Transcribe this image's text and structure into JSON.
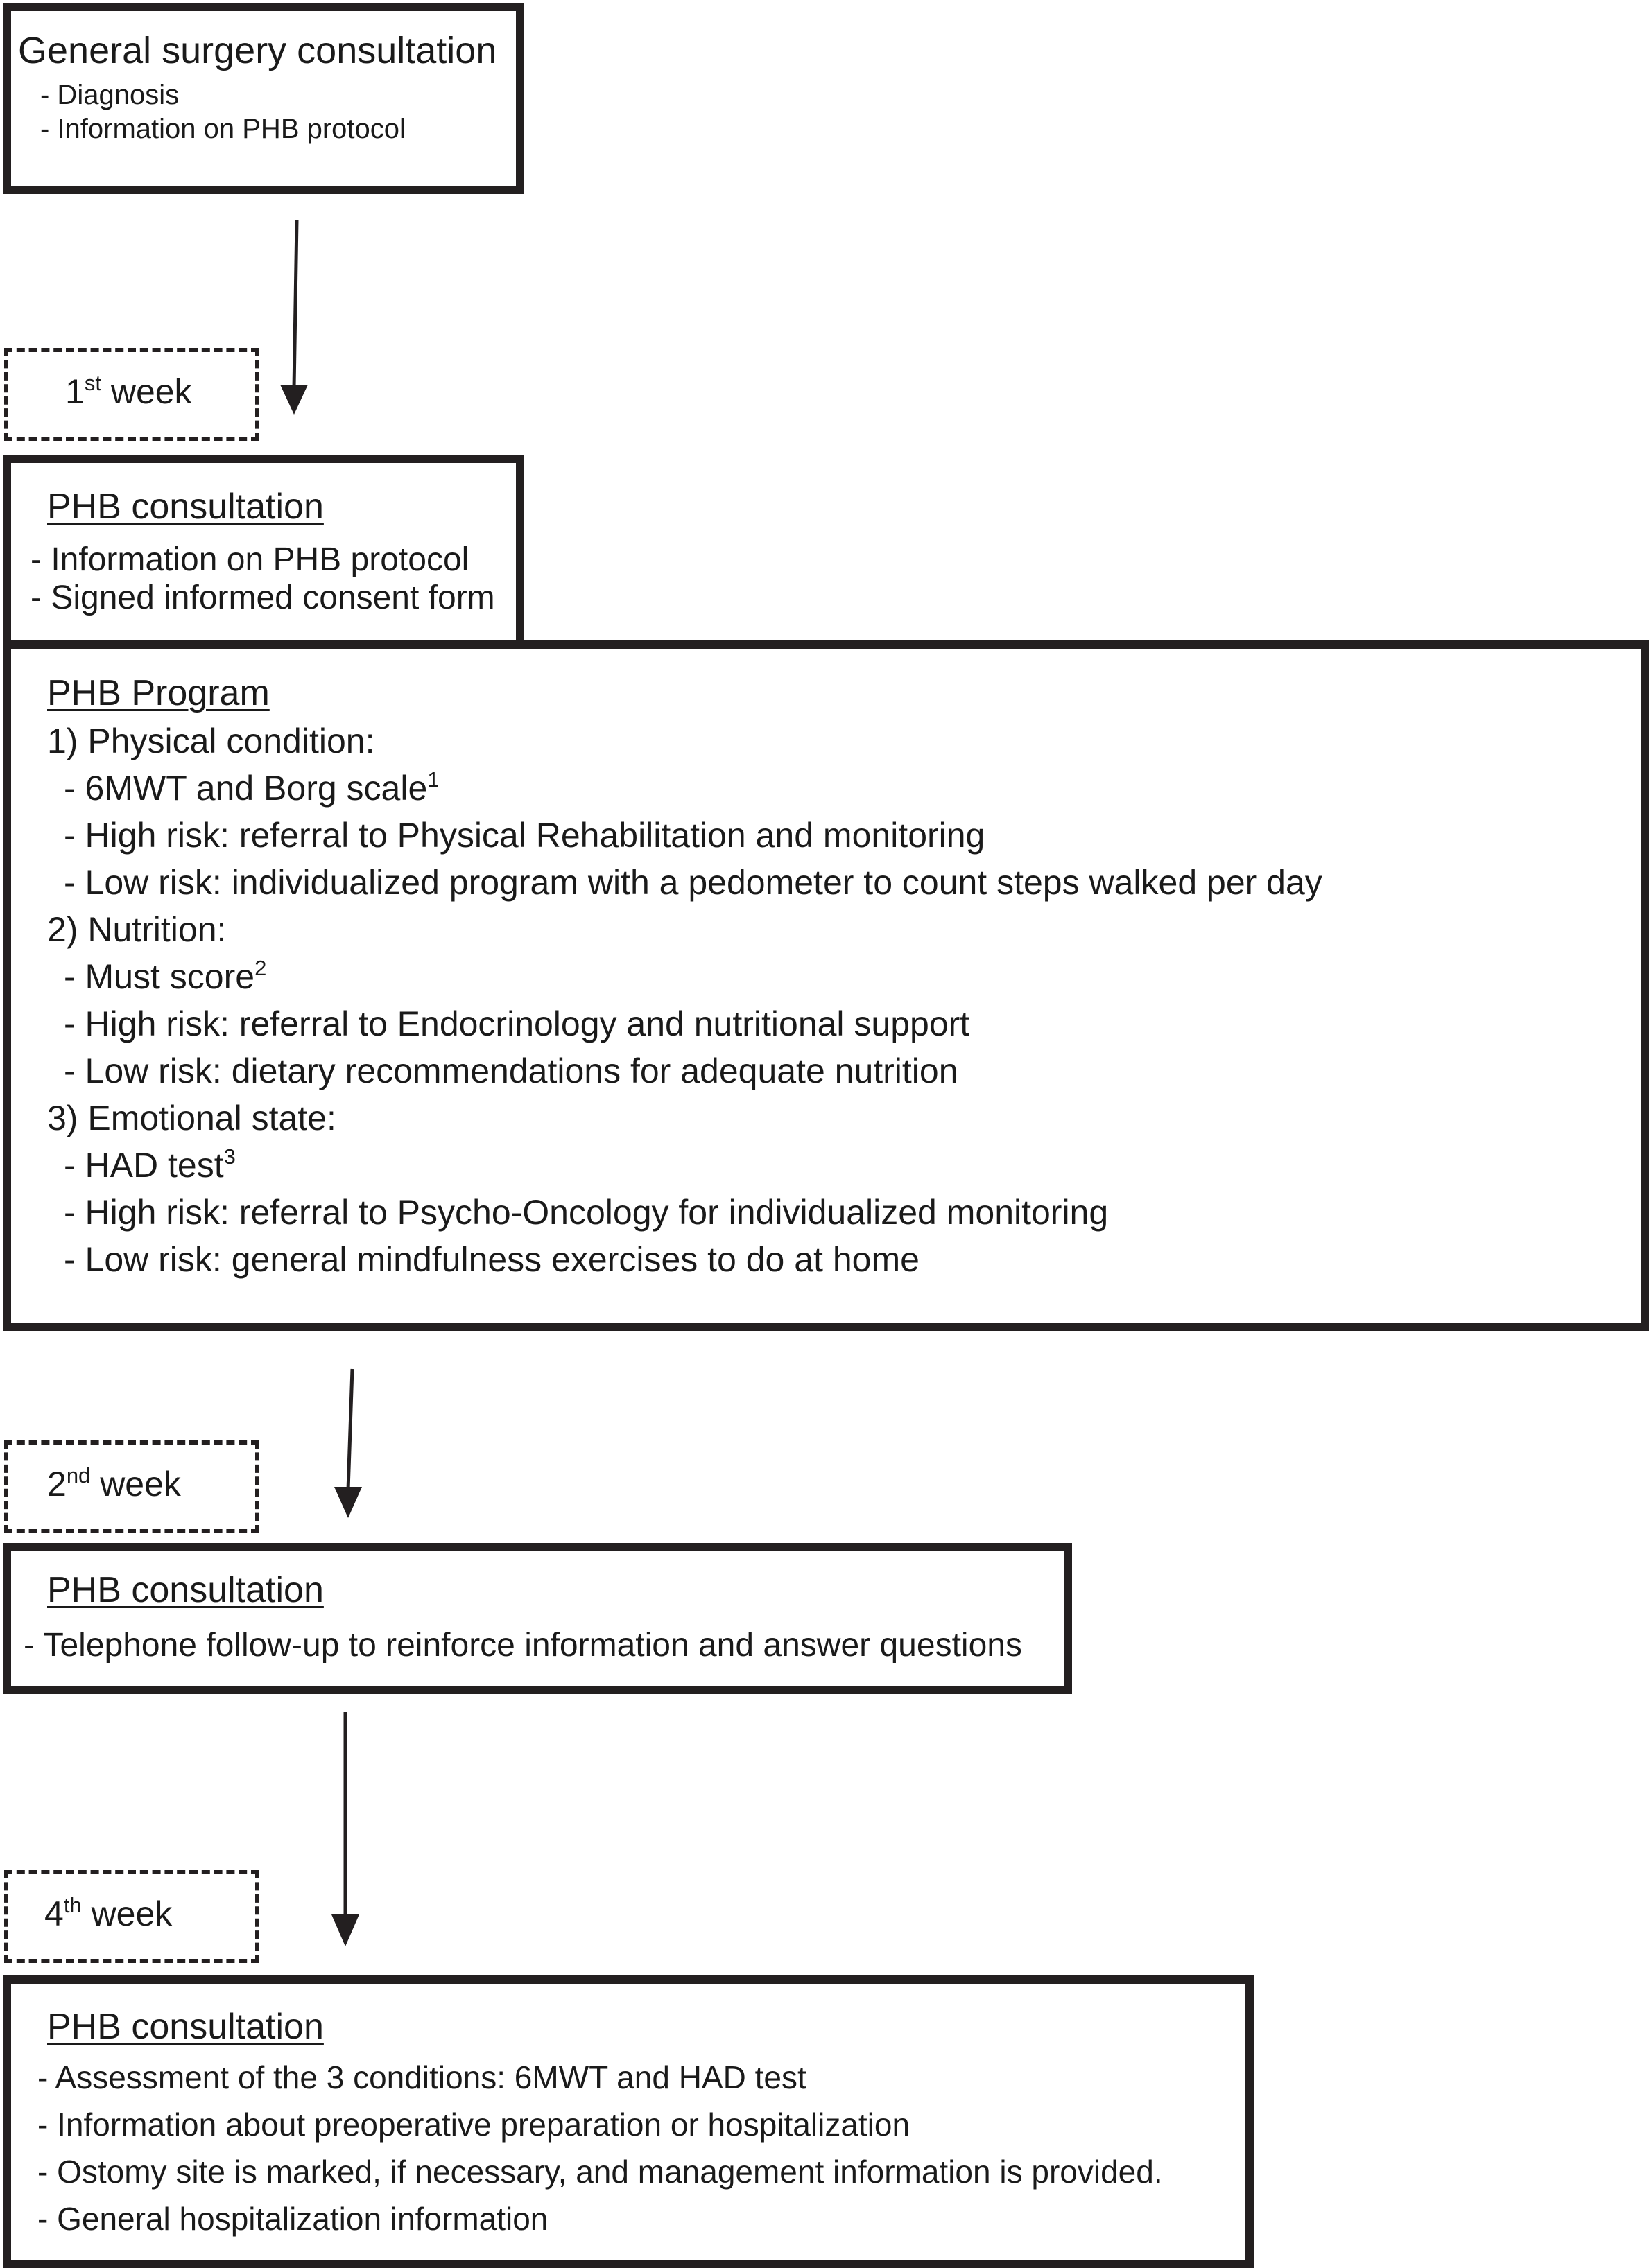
{
  "general_consult": {
    "title": "General surgery consultation",
    "items": [
      "- Diagnosis",
      "- Information on PHB protocol"
    ]
  },
  "week1": {
    "num": "1",
    "sup": "st",
    "label": " week"
  },
  "phb_consult_1": {
    "title": "PHB consultation",
    "items": [
      "- Information on PHB protocol",
      "- Signed informed consent form"
    ]
  },
  "phb_program": {
    "title": "PHB Program",
    "section1": {
      "heading": "1) Physical condition:",
      "test": "- 6MWT and Borg scale",
      "test_sup": "1",
      "high": "- High risk: referral to Physical Rehabilitation and monitoring",
      "low": "- Low risk: individualized program with a pedometer to count steps walked per day"
    },
    "section2": {
      "heading": "2) Nutrition:",
      "test": "- Must score",
      "test_sup": "2",
      "high": "- High risk: referral to Endocrinology and nutritional support",
      "low": "- Low risk: dietary recommendations for adequate nutrition"
    },
    "section3": {
      "heading": "3) Emotional state:",
      "test": "- HAD test",
      "test_sup": "3",
      "high": "- High risk: referral to Psycho-Oncology for individualized monitoring",
      "low": "- Low risk: general mindfulness exercises to do at home"
    }
  },
  "week2": {
    "num": "2",
    "sup": "nd",
    "label": " week"
  },
  "phb_consult_2": {
    "title": "PHB consultation",
    "items": [
      "- Telephone follow-up to reinforce information and answer questions"
    ]
  },
  "week4": {
    "num": "4",
    "sup": "th",
    "label": " week"
  },
  "phb_consult_3": {
    "title": "PHB consultation",
    "items": [
      "- Assessment of the 3 conditions: 6MWT and HAD test",
      "- Information about preoperative preparation or hospitalization",
      "- Ostomy site is marked, if necessary, and management information is provided.",
      "- General hospitalization information"
    ]
  }
}
